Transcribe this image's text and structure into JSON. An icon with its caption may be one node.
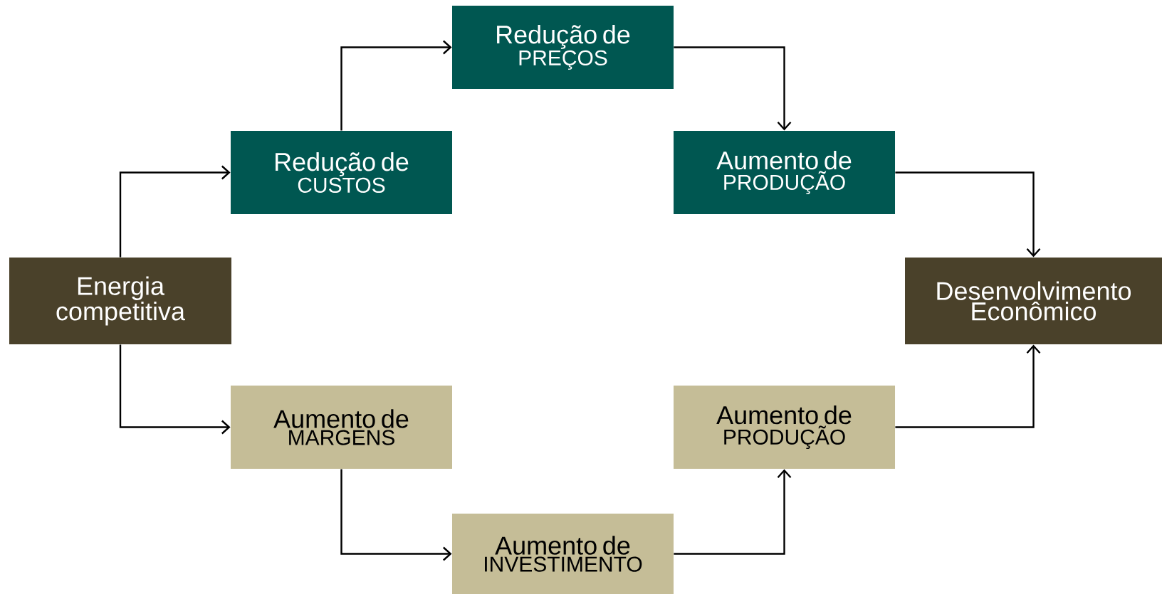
{
  "diagram": {
    "nodes": [
      {
        "text": [
          "Energia competitiva"
        ]
      },
      {
        "text": [
          "Redução de",
          "CUSTOS"
        ]
      },
      {
        "text": [
          "Redução de",
          "PREÇOS"
        ]
      },
      {
        "text": [
          "Aumento de",
          "PRODUÇÃO"
        ]
      },
      {
        "text": [
          "Desenvolvimento Econômico"
        ]
      },
      {
        "text": [
          "Aumento de",
          "MARGENS"
        ]
      },
      {
        "text": [
          "Aumento de",
          "INVESTIMENTO"
        ]
      },
      {
        "text": [
          "Aumento de",
          "PRODUÇÃO"
        ]
      }
    ],
    "edges": [
      {
        "from": 0,
        "to": 1,
        "arrow": "to"
      },
      {
        "from": 1,
        "to": 2,
        "arrow": "to"
      },
      {
        "from": 2,
        "to": 3,
        "arrow": "to"
      },
      {
        "from": 3,
        "to": 4,
        "arrow": "to"
      },
      {
        "from": 0,
        "to": 5,
        "arrow": "to"
      },
      {
        "from": 5,
        "to": 6,
        "arrow": "to"
      },
      {
        "from": 6,
        "to": 7,
        "arrow": "to"
      },
      {
        "from": 7,
        "to": 4,
        "arrow": "to"
      }
    ]
  }
}
